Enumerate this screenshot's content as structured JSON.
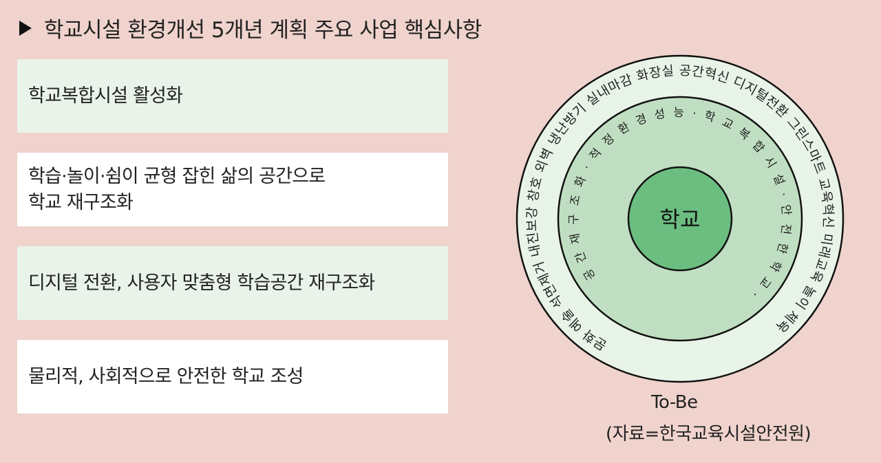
{
  "title": "학교시설 환경개선 5개년 계획 주요 사업 핵심사항",
  "items": [
    {
      "line1": "학교복합시설 활성화",
      "line2": ""
    },
    {
      "line1": "학습·놀이·쉼이 균형 잡힌 삶의 공간으로",
      "line2": "학교 재구조화"
    },
    {
      "line1": "디지털 전환,  사용자 맞춤형 학습공간 재구조화",
      "line2": ""
    },
    {
      "line1": "물리적, 사회적으로 안전한 학교 조성",
      "line2": ""
    }
  ],
  "diagram": {
    "center": "학교",
    "inner_ring": "공 간 재 구 조 화 · 적 정 환 경 성 능 · 학 교 복 합 시 설 · 안 전 한 학 교 ·",
    "outer_ring": "문화 예술 석면제거 내진보강 창호 외벽 냉난방기 실내마감 화장실 공간혁신 디지털전환 그린스마트 교육혁신 미래교육 놀이 체육",
    "label": "To-Be",
    "source": "(자료=한국교육시설안전원)",
    "colors": {
      "outer": "#e9f4e9",
      "middle": "#c0dfc2",
      "center": "#6cbd80"
    }
  }
}
